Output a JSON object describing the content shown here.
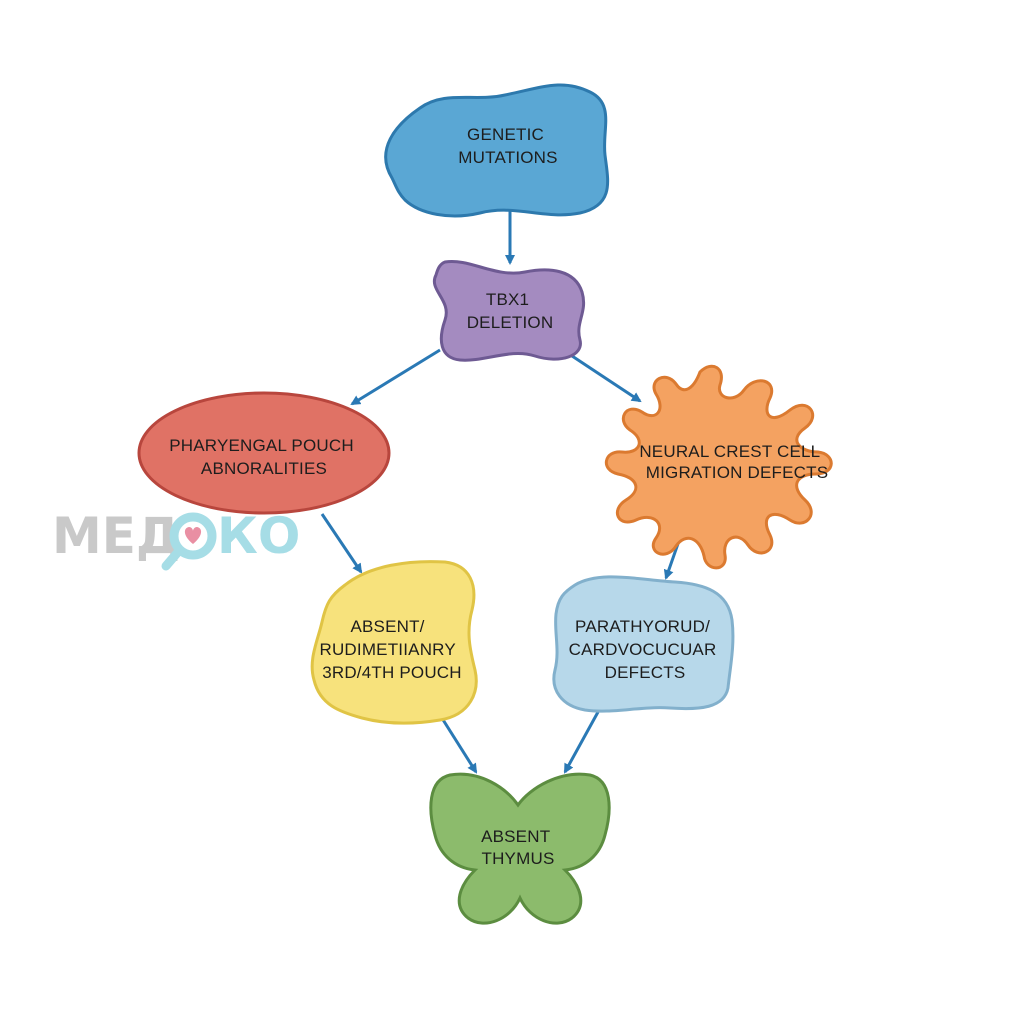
{
  "watermark": {
    "text_left": "МЕД",
    "text_right": "КО",
    "colors": {
      "left": "#c9c9c9",
      "right": "#a6dde6",
      "heart": "#e98fa3"
    }
  },
  "nodes": [
    {
      "id": "genetic",
      "lines": [
        "GENETIC",
        "MUTATIONS"
      ],
      "fill": "#5aa7d4",
      "stroke": "#2d79ad"
    },
    {
      "id": "tbx1",
      "lines": [
        "TBX1",
        "DELETION"
      ],
      "fill": "#a48bc0",
      "stroke": "#6e5a93"
    },
    {
      "id": "pharyngeal",
      "lines": [
        "PHARYENGAL POUCH",
        "ABNORALITIES"
      ],
      "fill": "#e07265",
      "stroke": "#b8463d"
    },
    {
      "id": "neural",
      "lines": [
        "NEURAL CREST CELL",
        "MIGRATION DEFECTS"
      ],
      "fill": "#f4a261",
      "stroke": "#db7a30"
    },
    {
      "id": "pouch",
      "lines": [
        "ABSENT/",
        "RUDIMETIIANRY",
        "3RD/4TH POUCH"
      ],
      "fill": "#f7e27c",
      "stroke": "#e0c445"
    },
    {
      "id": "parathyroid",
      "lines": [
        "PARATHYORUD/",
        "CARDVOCUCUAR",
        "DEFECTS"
      ],
      "fill": "#b7d8ea",
      "stroke": "#82b0cc"
    },
    {
      "id": "thymus",
      "lines": [
        "ABSENT",
        "THYMUS"
      ],
      "fill": "#8cbb6c",
      "stroke": "#5c8d40"
    }
  ],
  "arrow_color": "#2a79b5"
}
